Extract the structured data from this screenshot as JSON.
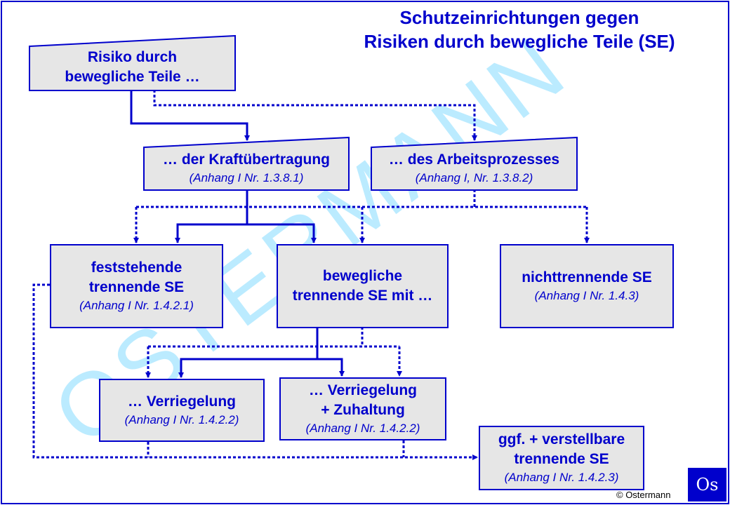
{
  "title": {
    "line1": "Schutzeinrichtungen gegen",
    "line2": "Risiken durch bewegliche Teile (SE)"
  },
  "watermark": "OSTERMANN",
  "nodes": {
    "root": {
      "line1": "Risiko durch",
      "line2": "bewegliche Teile …"
    },
    "power": {
      "line1": "… der Kraftübertragung",
      "ref": "(Anhang I Nr. 1.3.8.1)"
    },
    "process": {
      "line1": "… des Arbeitsprozesses",
      "ref": "(Anhang I, Nr. 1.3.8.2)"
    },
    "fixed": {
      "line1": "feststehende",
      "line2": "trennende SE",
      "ref": "(Anhang I Nr. 1.4.2.1)"
    },
    "movable": {
      "line1": "bewegliche",
      "line2": "trennende SE mit …"
    },
    "nonsep": {
      "line1": "nichttrennende SE",
      "ref": "(Anhang I Nr. 1.4.3)"
    },
    "interlock": {
      "line1": "… Verriegelung",
      "ref": "(Anhang I Nr. 1.4.2.2)"
    },
    "interlock_guard": {
      "line1": "… Verriegelung",
      "line2": "+ Zuhaltung",
      "ref": "(Anhang I Nr. 1.4.2.2)"
    },
    "adjustable": {
      "line1": "ggf. + verstellbare",
      "line2": "trennende SE",
      "ref": "(Anhang I Nr. 1.4.2.3)"
    }
  },
  "logo": "Os",
  "copyright": "© Ostermann",
  "colors": {
    "primary": "#0000cc",
    "box_fill": "#e6e6e6",
    "watermark": "#9ee2ff"
  }
}
